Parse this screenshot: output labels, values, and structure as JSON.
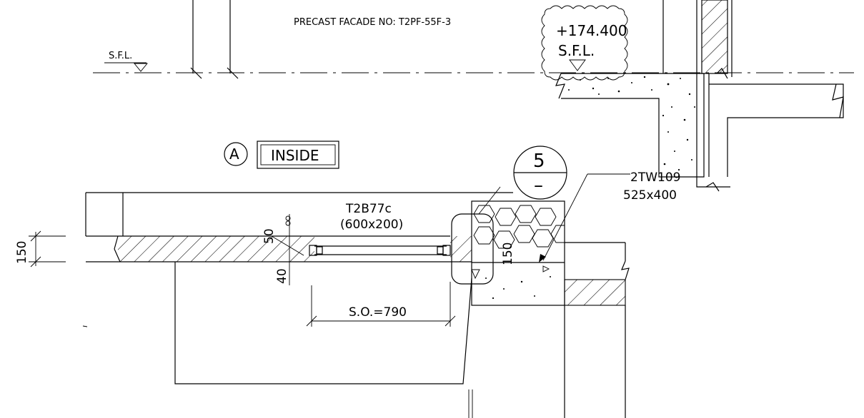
{
  "labels": {
    "facade_note": "PRECAST FACADE NO: T2PF-55F-3",
    "sfl_left": "S.F.L.",
    "level_value": "+174.400",
    "level_sfl": "S.F.L.",
    "section_marker": "A",
    "section_side": "INSIDE",
    "beam_ref": "T2B77c",
    "beam_size": "(600x200)",
    "detail_number": "5",
    "detail_sheet": "–",
    "wall_ref": "2TW109",
    "wall_size": "525x400",
    "dim_150_left": "150",
    "dim_50": "50",
    "dim_40": "40",
    "dim_150_right": "150",
    "dim_so": "S.O.=790"
  }
}
